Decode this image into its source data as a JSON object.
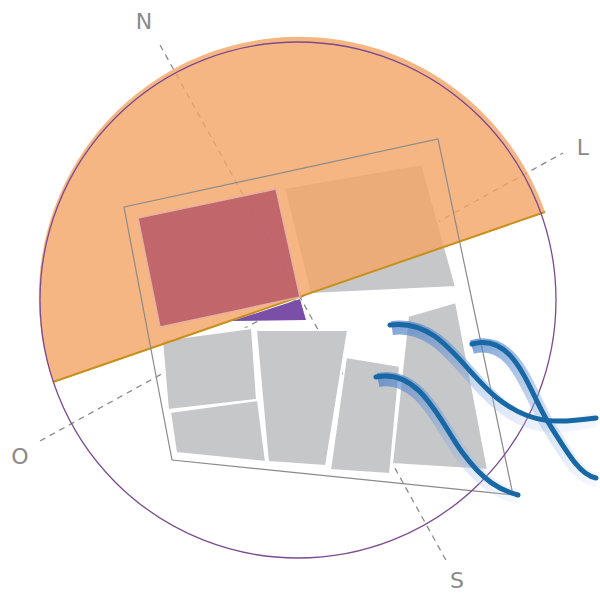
{
  "diagram": {
    "labels": [
      "N",
      "L",
      "O",
      "S"
    ]
  }
}
